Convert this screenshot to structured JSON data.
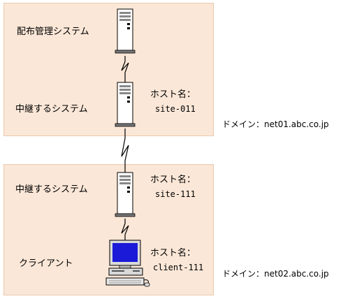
{
  "domains": [
    {
      "label": "ドメイン：net01.abc.co.jp"
    },
    {
      "label": "ドメイン：net02.abc.co.jp"
    }
  ],
  "nodes": {
    "distribution": {
      "label": "配布管理システム"
    },
    "relay1": {
      "label": "中継するシステム",
      "host_label": "ホスト名：",
      "host": "site-011"
    },
    "relay2": {
      "label": "中継するシステム",
      "host_label": "ホスト名：",
      "host": "site-111"
    },
    "client": {
      "label": "クライアント",
      "host_label": "ホスト名：",
      "host": "client-111"
    }
  }
}
